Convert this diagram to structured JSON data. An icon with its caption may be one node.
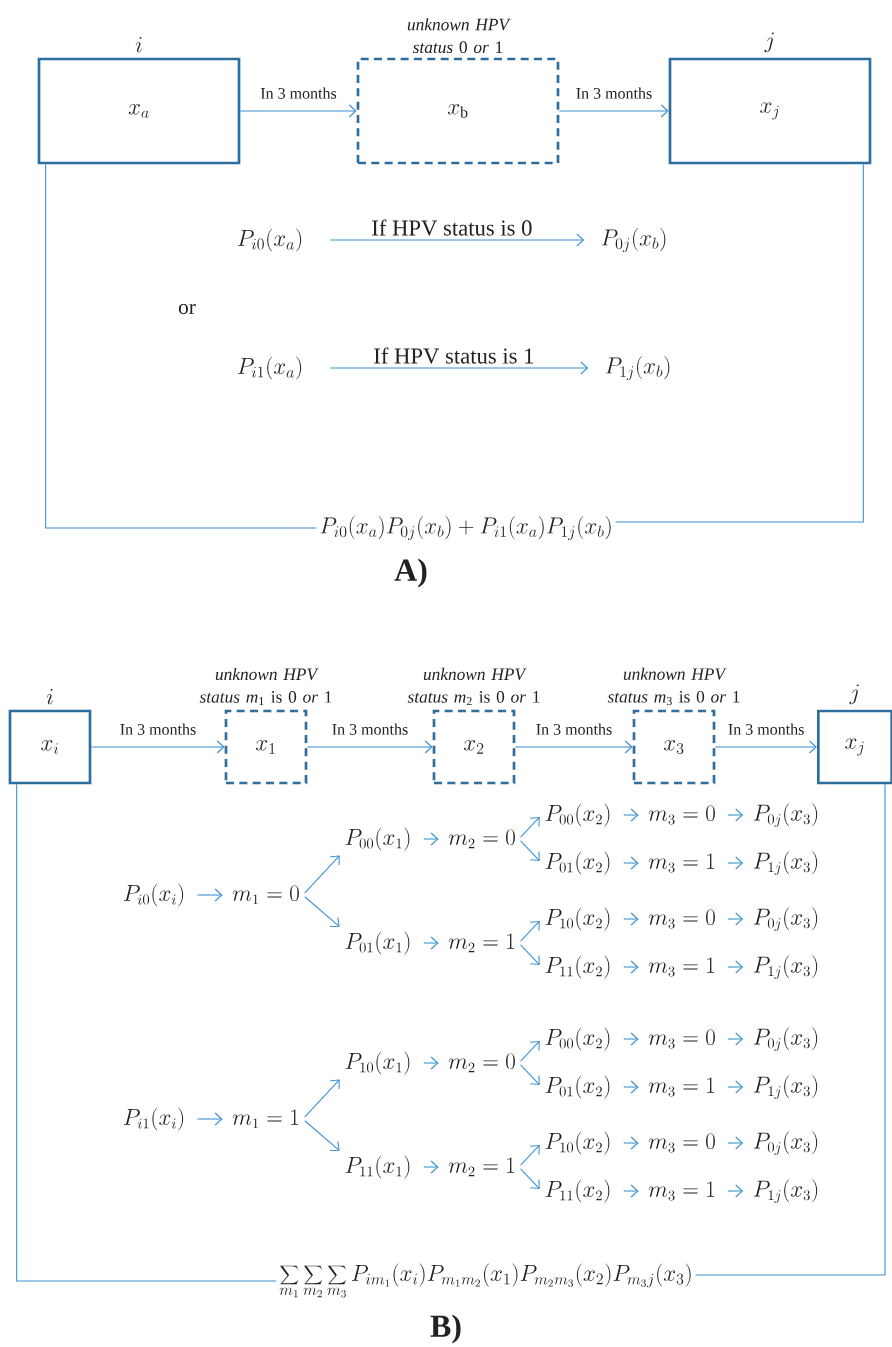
{
  "diagram": {
    "nodes": [
      {
        "text": [
          "i",
          "x_a"
        ]
      },
      {
        "text": [
          "*unknown HPV status* 0 *or* 1",
          "x_\\mathrm{b}"
        ]
      },
      {
        "text": [
          "j",
          "x_j"
        ]
      },
      {
        "text": [
          "P_{i0}(x_a)"
        ]
      },
      {
        "text": [
          "P_{0j}(x_b)"
        ]
      },
      {
        "text": [
          "P_{i1}(x_a)"
        ]
      },
      {
        "text": [
          "P_{1j}(x_b)"
        ]
      },
      {
        "text": [
          "P_{i0}(x_a)P_{0j}(x_b) + P_{i1}(x_a)P_{1j}(x_b)"
        ]
      },
      {
        "text": [
          "i",
          "x_i"
        ]
      },
      {
        "text": [
          "*unknown HPV status* *m*$_{1}$ is 0 *or* 1",
          "x_1"
        ]
      },
      {
        "text": [
          "*unknown HPV status* *m*$_{2}$ is 0 *or* 1",
          "x_2"
        ]
      },
      {
        "text": [
          "*unknown HPV status* *m*$_{3}$ is 0 *or* 1",
          "x_3"
        ]
      },
      {
        "text": [
          "j",
          "x_j"
        ]
      },
      {
        "text": [
          "P_{i0}(x_i)"
        ]
      },
      {
        "text": [
          "m_1=0"
        ]
      },
      {
        "text": [
          "P_{00}(x_1)"
        ]
      },
      {
        "text": [
          "m_2=0"
        ]
      },
      {
        "text": [
          "P_{00}(x_2)"
        ]
      },
      {
        "text": [
          "m_3=0"
        ]
      },
      {
        "text": [
          "P_{0j}(x_3)"
        ]
      },
      {
        "text": [
          "P_{01}(x_2)"
        ]
      },
      {
        "text": [
          "m_3=1"
        ]
      },
      {
        "text": [
          "P_{1j}(x_3)"
        ]
      },
      {
        "text": [
          "P_{01}(x_1)"
        ]
      },
      {
        "text": [
          "m_2=1"
        ]
      },
      {
        "text": [
          "P_{10}(x_2)"
        ]
      },
      {
        "text": [
          "m_3=0"
        ]
      },
      {
        "text": [
          "P_{0j}(x_3)"
        ]
      },
      {
        "text": [
          "P_{11}(x_2)"
        ]
      },
      {
        "text": [
          "m_3=1"
        ]
      },
      {
        "text": [
          "P_{1j}(x_3)"
        ]
      },
      {
        "text": [
          "P_{i1}(x_i)"
        ]
      },
      {
        "text": [
          "m_1=1"
        ]
      },
      {
        "text": [
          "P_{10}(x_1)"
        ]
      },
      {
        "text": [
          "m_2=0"
        ]
      },
      {
        "text": [
          "P_{00}(x_2)"
        ]
      },
      {
        "text": [
          "m_3=0"
        ]
      },
      {
        "text": [
          "P_{0j}(x_3)"
        ]
      },
      {
        "text": [
          "P_{01}(x_2)"
        ]
      },
      {
        "text": [
          "m_3=1"
        ]
      },
      {
        "text": [
          "P_{1j}(x_3)"
        ]
      },
      {
        "text": [
          "P_{11}(x_1)"
        ]
      },
      {
        "text": [
          "m_2=1"
        ]
      },
      {
        "text": [
          "P_{10}(x_2)"
        ]
      },
      {
        "text": [
          "m_3=0"
        ]
      },
      {
        "text": [
          "P_{0j}(x_3)"
        ]
      },
      {
        "text": [
          "P_{11}(x_2)"
        ]
      },
      {
        "text": [
          "m_3=1"
        ]
      },
      {
        "text": [
          "P_{1j}(x_3)"
        ]
      },
      {
        "text": [
          "\\sum_{m_1}\\sum_{m_2}\\sum_{m_3}P_{im_1}(x_i)P_{m_1m_2}(x_1)P_{m_2m_3}(x_2)P_{m_3j}(x_3)"
        ]
      }
    ],
    "edges": [
      {
        "from": 0,
        "to": 1,
        "arrow": "to",
        "label": "In 3 months"
      },
      {
        "from": 1,
        "to": 2,
        "arrow": "to",
        "label": "In 3 months"
      },
      {
        "from": 3,
        "to": 4,
        "arrow": "to",
        "label": "If HPV status is 0"
      },
      {
        "from": 5,
        "to": 6,
        "arrow": "to",
        "label": "If HPV status is 1"
      },
      {
        "from": 0,
        "to": 7,
        "arrow": "none"
      },
      {
        "from": 2,
        "to": 7,
        "arrow": "none"
      },
      {
        "from": 8,
        "to": 9,
        "arrow": "to",
        "label": "In 3 months"
      },
      {
        "from": 9,
        "to": 10,
        "arrow": "to",
        "label": "In 3 months"
      },
      {
        "from": 10,
        "to": 11,
        "arrow": "to",
        "label": "In 3 months"
      },
      {
        "from": 11,
        "to": 12,
        "arrow": "to",
        "label": "In 3 months"
      },
      {
        "from": 8,
        "to": 49,
        "arrow": "none"
      },
      {
        "from": 12,
        "to": 49,
        "arrow": "none"
      },
      {
        "from": 13,
        "to": 14,
        "arrow": "to"
      },
      {
        "from": 14,
        "to": 15,
        "arrow": "to"
      },
      {
        "from": 14,
        "to": 23,
        "arrow": "to"
      },
      {
        "from": 15,
        "to": 16,
        "arrow": "to"
      },
      {
        "from": 16,
        "to": 17,
        "arrow": "to"
      },
      {
        "from": 16,
        "to": 20,
        "arrow": "to"
      },
      {
        "from": 17,
        "to": 18,
        "arrow": "to"
      },
      {
        "from": 18,
        "to": 19,
        "arrow": "to"
      },
      {
        "from": 20,
        "to": 21,
        "arrow": "to"
      },
      {
        "from": 21,
        "to": 22,
        "arrow": "to"
      },
      {
        "from": 23,
        "to": 24,
        "arrow": "to"
      },
      {
        "from": 24,
        "to": 25,
        "arrow": "to"
      },
      {
        "from": 24,
        "to": 28,
        "arrow": "to"
      },
      {
        "from": 25,
        "to": 26,
        "arrow": "to"
      },
      {
        "from": 26,
        "to": 27,
        "arrow": "to"
      },
      {
        "from": 28,
        "to": 29,
        "arrow": "to"
      },
      {
        "from": 29,
        "to": 30,
        "arrow": "to"
      },
      {
        "from": 31,
        "to": 32,
        "arrow": "to"
      },
      {
        "from": 32,
        "to": 33,
        "arrow": "to"
      },
      {
        "from": 32,
        "to": 41,
        "arrow": "to"
      },
      {
        "from": 33,
        "to": 34,
        "arrow": "to"
      },
      {
        "from": 34,
        "to": 35,
        "arrow": "to"
      },
      {
        "from": 34,
        "to": 38,
        "arrow": "to"
      },
      {
        "from": 35,
        "to": 36,
        "arrow": "to"
      },
      {
        "from": 36,
        "to": 37,
        "arrow": "to"
      },
      {
        "from": 38,
        "to": 39,
        "arrow": "to"
      },
      {
        "from": 39,
        "to": 40,
        "arrow": "to"
      },
      {
        "from": 41,
        "to": 42,
        "arrow": "to"
      },
      {
        "from": 42,
        "to": 43,
        "arrow": "to"
      },
      {
        "from": 42,
        "to": 46,
        "arrow": "to"
      },
      {
        "from": 43,
        "to": 44,
        "arrow": "to"
      },
      {
        "from": 44,
        "to": 45,
        "arrow": "to"
      },
      {
        "from": 46,
        "to": 47,
        "arrow": "to"
      },
      {
        "from": 47,
        "to": 48,
        "arrow": "to"
      }
    ],
    "labels": [
      "or",
      "A)",
      "B)"
    ]
  }
}
